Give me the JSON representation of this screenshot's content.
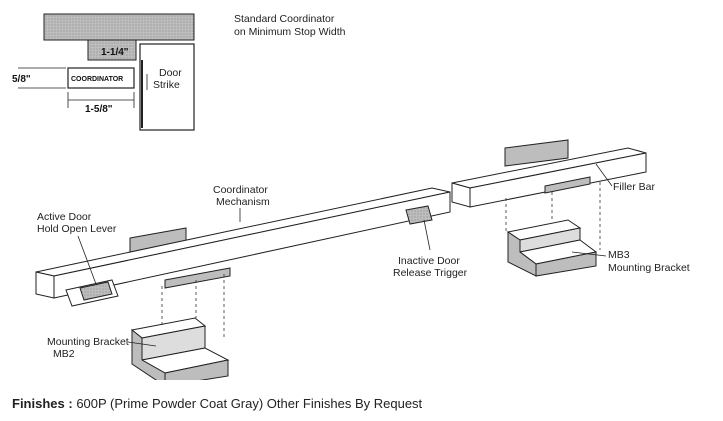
{
  "inset": {
    "caption_line1": "Standard Coordinator",
    "caption_line2": "on Minimum Stop Width",
    "dim_top": "1-1/4\"",
    "dim_left": "5/8\"",
    "dim_bottom": "1-5/8\"",
    "coordinator_label": "COORDINATOR",
    "door_strike_line1": "Door",
    "door_strike_line2": "Strike"
  },
  "labels": {
    "coordinator_mechanism_line1": "Coordinator",
    "coordinator_mechanism_line2": "Mechanism",
    "active_door_line1": "Active Door",
    "active_door_line2": "Hold Open Lever",
    "inactive_door_line1": "Inactive Door",
    "inactive_door_line2": "Release Trigger",
    "filler_bar": "Filler Bar",
    "mb3_line1": "MB3",
    "mb3_line2": "Mounting Bracket",
    "mb2_line1": "Mounting Bracket",
    "mb2_line2": "MB2"
  },
  "finishes": {
    "label": "Finishes :",
    "text": "600P (Prime Powder Coat Gray) Other Finishes By Request"
  }
}
